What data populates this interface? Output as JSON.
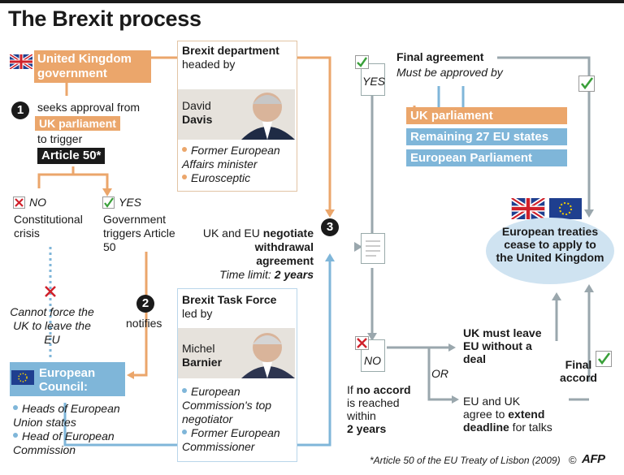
{
  "title": "The Brexit process",
  "uk_government": "United Kingdom government",
  "step1": {
    "number": "1",
    "seeks": "seeks approval from",
    "uk_parliament": "UK parliament",
    "to_trigger": "to trigger",
    "article50": "Article 50*"
  },
  "no_branch": {
    "label": "NO",
    "text": "Constitutional crisis"
  },
  "yes_branch": {
    "label": "YES",
    "text": "Government triggers Article 50"
  },
  "brexit_department": {
    "heading": "Brexit department",
    "headed_by": "headed by",
    "first_name": "David",
    "last_name": "Davis",
    "bullet1": "Former European Affairs minister",
    "bullet2": "Eurosceptic"
  },
  "step2": {
    "number": "2",
    "text": "notifies"
  },
  "cannot_force": "Cannot force the UK to leave the EU",
  "european_council": {
    "heading": "European Council:",
    "bullet1": "Heads of European Union states",
    "bullet2": "Head of European Commission"
  },
  "task_force": {
    "heading": "Brexit Task Force",
    "led_by": "led by",
    "first_name": "Michel",
    "last_name": "Barnier",
    "bullet1": "European Commission's top negotiator",
    "bullet2": "Former European Commissioner"
  },
  "step3": {
    "number": "3",
    "line1_normal": "UK and EU ",
    "line1_bold": "negotiate",
    "line2": "withdrawal agreement",
    "time_label": "Time limit: ",
    "time_value": "2 years"
  },
  "final_agreement": {
    "yes": "YES",
    "heading": "Final agreement",
    "sub": "Must be approved by",
    "approvers": [
      "UK parliament",
      "Remaining 27 EU states",
      "European Parliament"
    ]
  },
  "eu_treaties": "European treaties cease to apply to the United Kingdom",
  "no_accord": {
    "no": "NO",
    "if": "If ",
    "bold1": "no accord",
    "reached": "is reached within",
    "bold2": "2 years"
  },
  "outcome1": "UK must leave EU without a deal",
  "or": "OR",
  "outcome2": {
    "line1": "EU and UK",
    "line2_normal": "agree to ",
    "line2_bold": "extend",
    "line3_bold": "deadline",
    "line3_normal": " for talks"
  },
  "final_accord": "Final accord",
  "footnote": "*Article 50 of the EU Treaty of Lisbon (2009)",
  "copyright": "©",
  "logo": "AFP",
  "colors": {
    "orange": "#eba66b",
    "blue": "#7fb6d9",
    "light_blue": "#cfe3f1",
    "green": "#3aa03a",
    "red": "#d0202a"
  }
}
